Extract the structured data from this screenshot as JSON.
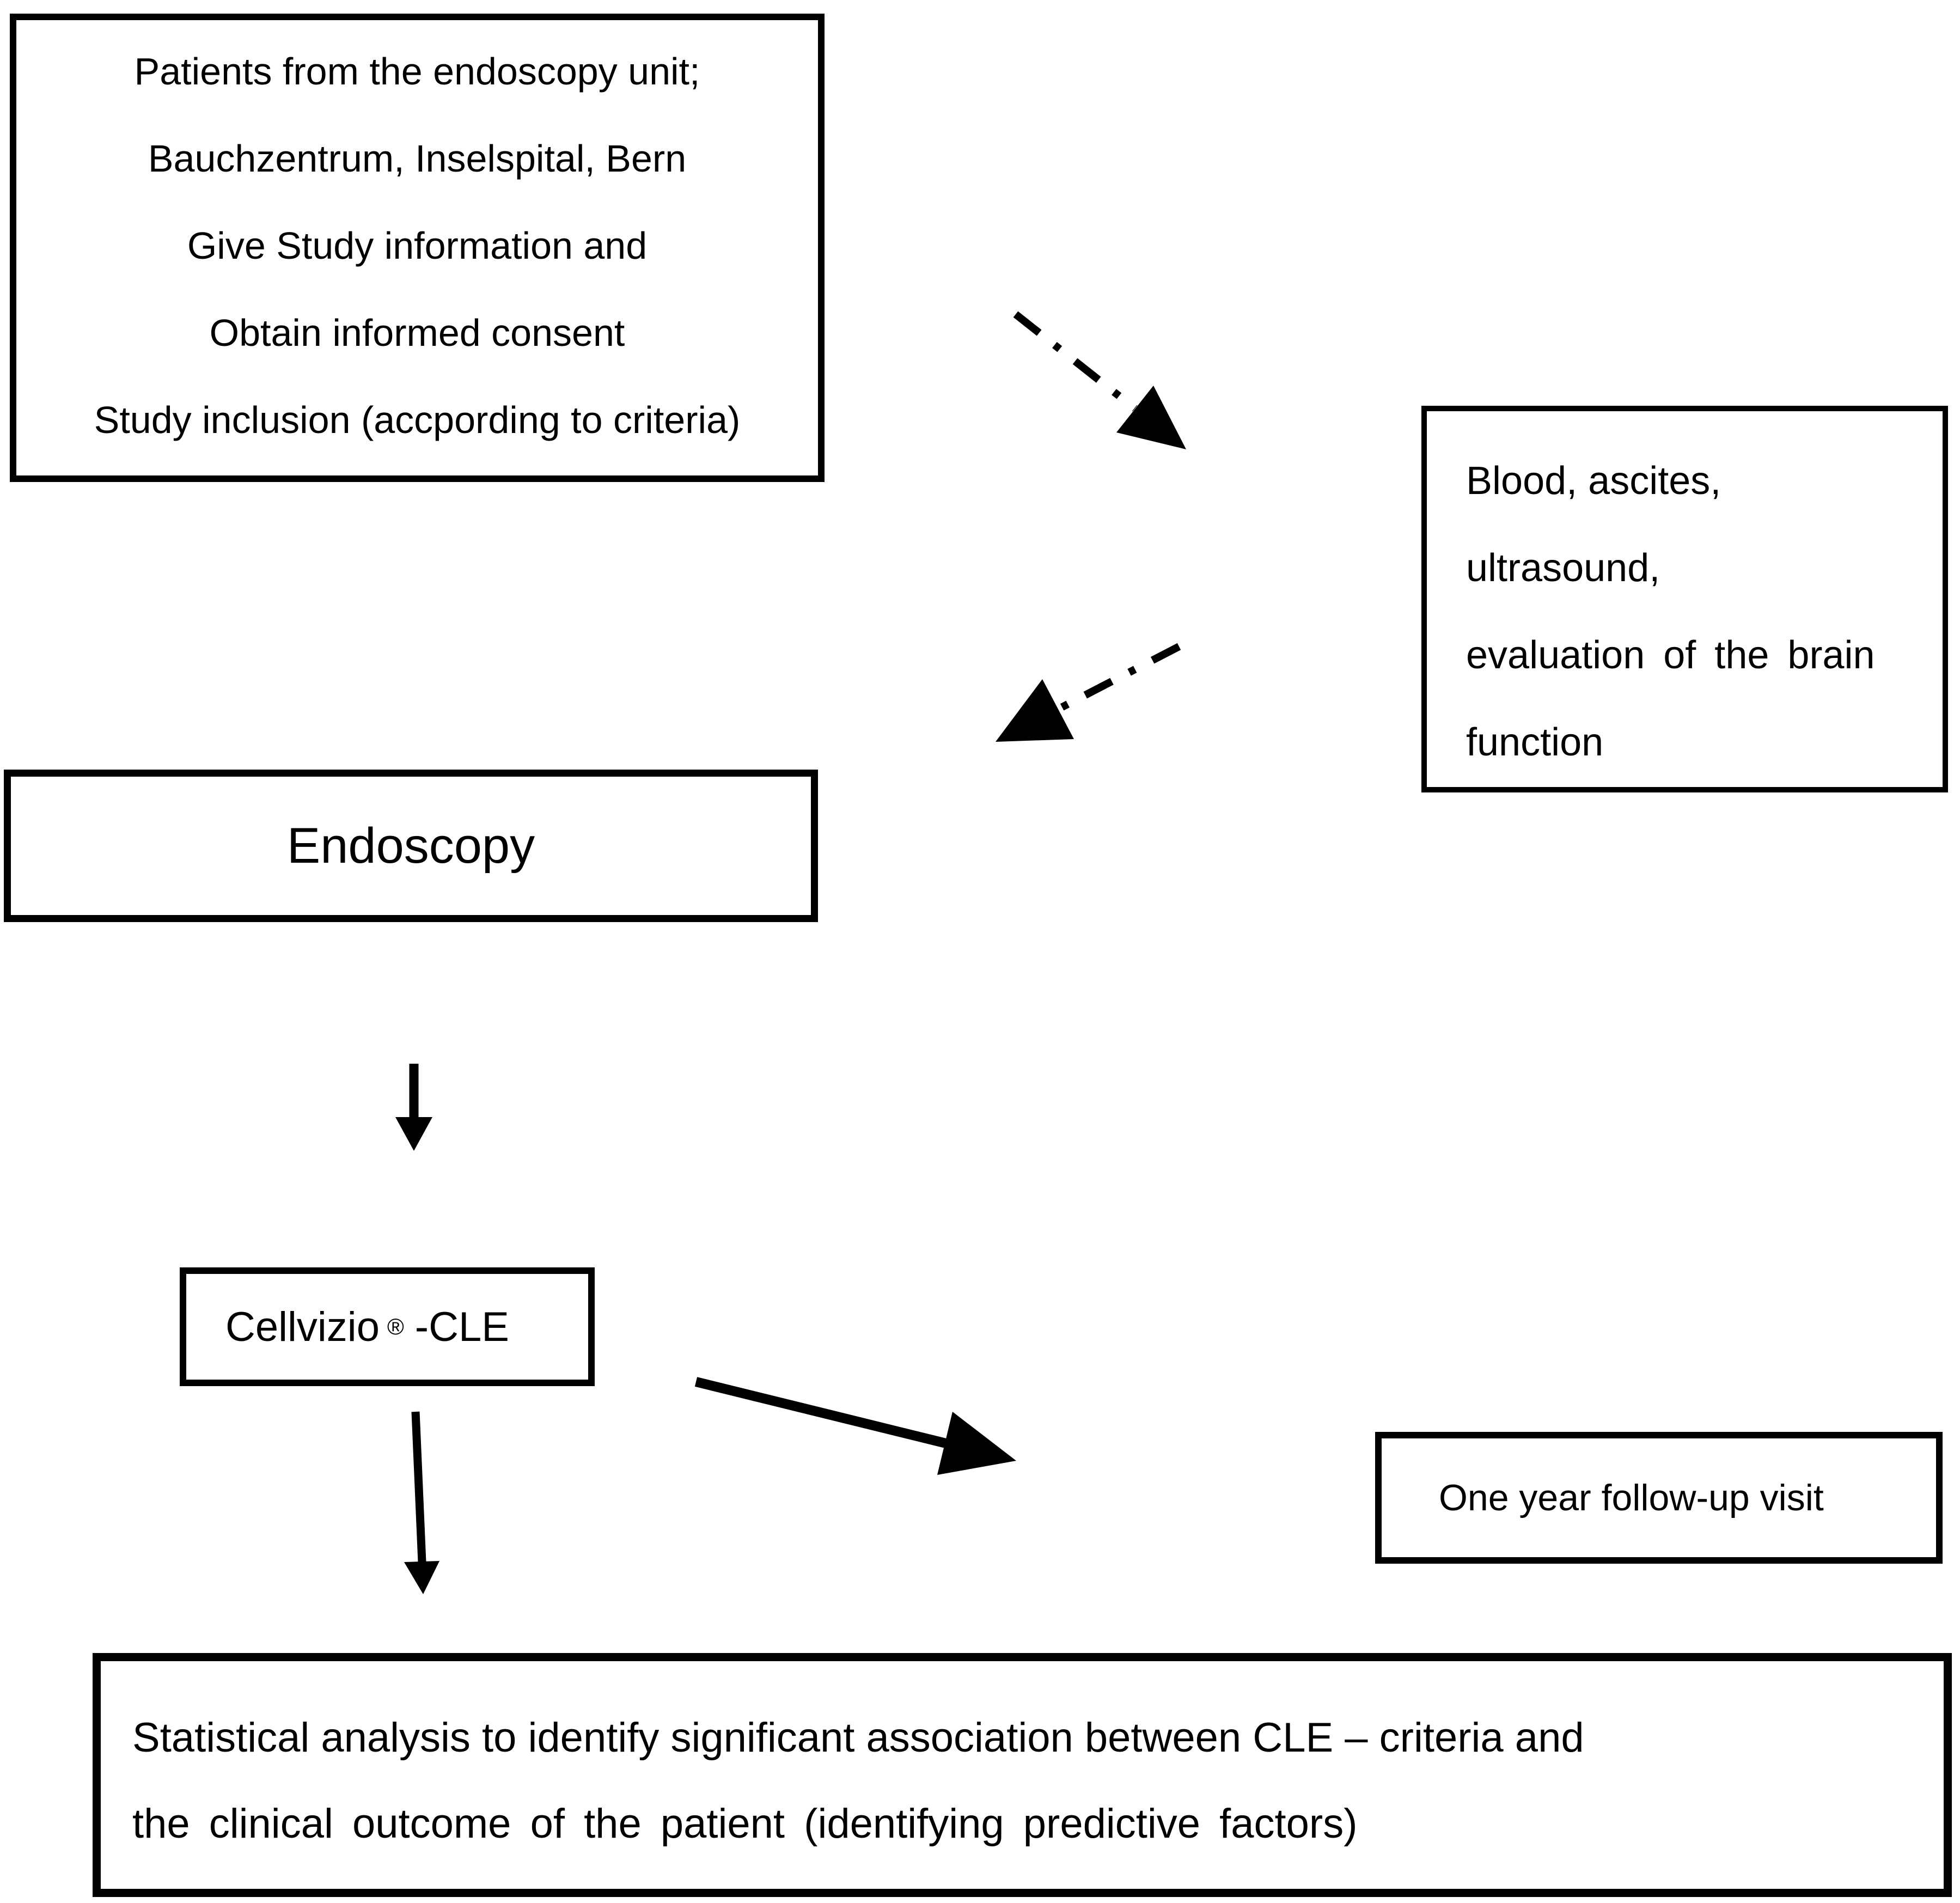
{
  "figure": {
    "background_color": "#ffffff",
    "box_border_color": "#000000",
    "text_color": "#000000"
  },
  "diagram": {
    "nodes": {
      "recruitment": {
        "lines": [
          "Patients from the endoscopy unit;",
          "Bauchzentrum, Inselspital, Bern",
          "Give Study information and",
          "Obtain informed consent",
          "Study inclusion (accpording to criteria)"
        ]
      },
      "workup": {
        "lines": [
          "Blood, ascites,",
          "ultrasound,",
          "evaluation of the brain",
          "function"
        ]
      },
      "endoscopy": {
        "label": "Endoscopy"
      },
      "cle": {
        "brand": "Cellvizio",
        "reg": "®",
        "suffix": "-CLE"
      },
      "follow_up": {
        "label": "One year follow-up visit"
      },
      "statistics": {
        "lines": [
          "Statistical analysis to identify significant association between CLE – criteria and",
          "the clinical outcome of the patient (identifying predictive factors)"
        ]
      }
    },
    "edges": [
      {
        "from": "recruitment",
        "to": "workup",
        "style": "dash-dot"
      },
      {
        "from": "workup",
        "to": "endoscopy",
        "style": "dash-dot"
      },
      {
        "from": "endoscopy",
        "to": "cle",
        "style": "solid"
      },
      {
        "from": "cle",
        "to": "statistics",
        "style": "solid"
      },
      {
        "from": "cle",
        "to": "follow_up",
        "style": "solid"
      }
    ]
  }
}
